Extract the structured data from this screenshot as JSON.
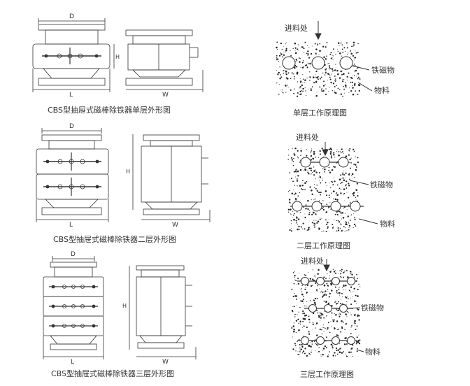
{
  "captions": {
    "single_outline": "CBS型抽屉式磁棒除铁器单层外形图",
    "double_outline": "CBS型抽屉式磁棒除铁器二层外形图",
    "triple_outline": "CBS型抽屉式磁棒除铁器三层外形图",
    "single_principle": "单层工作原理图",
    "double_principle": "二层工作原理图",
    "triple_principle": "三层工作原理图"
  },
  "labels": {
    "feed": "进料处",
    "magnet": "铁磁物",
    "material": "物料",
    "dim_d": "D",
    "dim_l": "L",
    "dim_w": "W",
    "dim_h": "H"
  }
}
